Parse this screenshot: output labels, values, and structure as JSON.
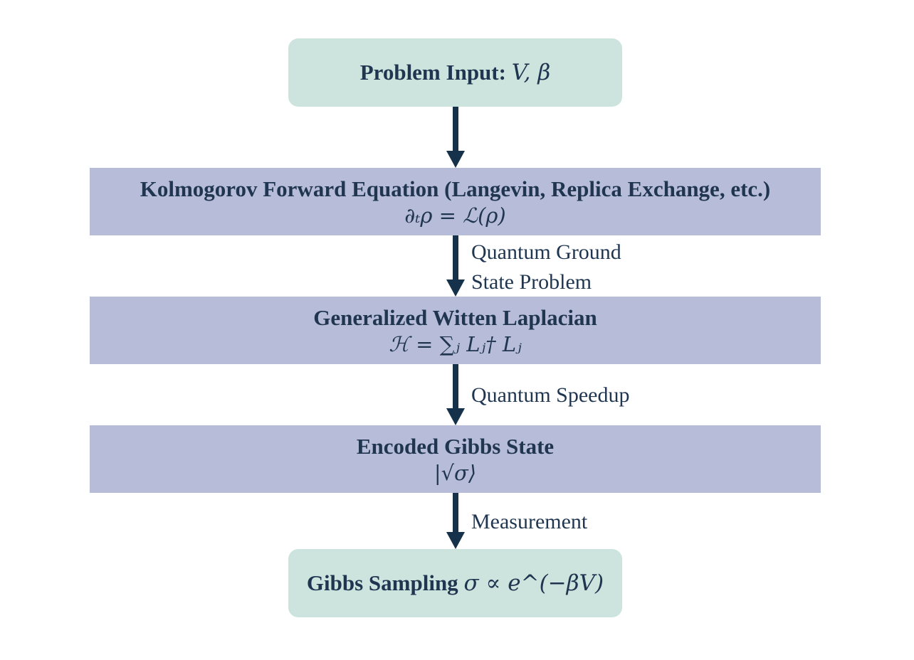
{
  "colors": {
    "terminal_fill": "#cde4de",
    "process_fill": "#b7bdd9",
    "arrow": "#15324a",
    "text": "#1f3550"
  },
  "nodes": {
    "input": {
      "title": "Problem Input:",
      "math": "V, β"
    },
    "kolmogorov": {
      "title": "Kolmogorov Forward Equation (Langevin, Replica Exchange, etc.)",
      "math": "∂ₜρ = ℒ(ρ)"
    },
    "witten": {
      "title": "Generalized Witten Laplacian",
      "math": "ℋ = ∑ⱼ Lⱼ† Lⱼ"
    },
    "gibbs_state": {
      "title": "Encoded Gibbs State",
      "math": "|√σ⟩"
    },
    "sampling": {
      "title": "Gibbs Sampling",
      "math": "σ ∝ e^(−βV)"
    }
  },
  "edges": [
    {
      "from": "input",
      "to": "kolmogorov",
      "label": ""
    },
    {
      "from": "kolmogorov",
      "to": "witten",
      "label_line1": "Quantum Ground",
      "label_line2": "State Problem"
    },
    {
      "from": "witten",
      "to": "gibbs_state",
      "label": "Quantum Speedup"
    },
    {
      "from": "gibbs_state",
      "to": "sampling",
      "label": "Measurement"
    }
  ]
}
